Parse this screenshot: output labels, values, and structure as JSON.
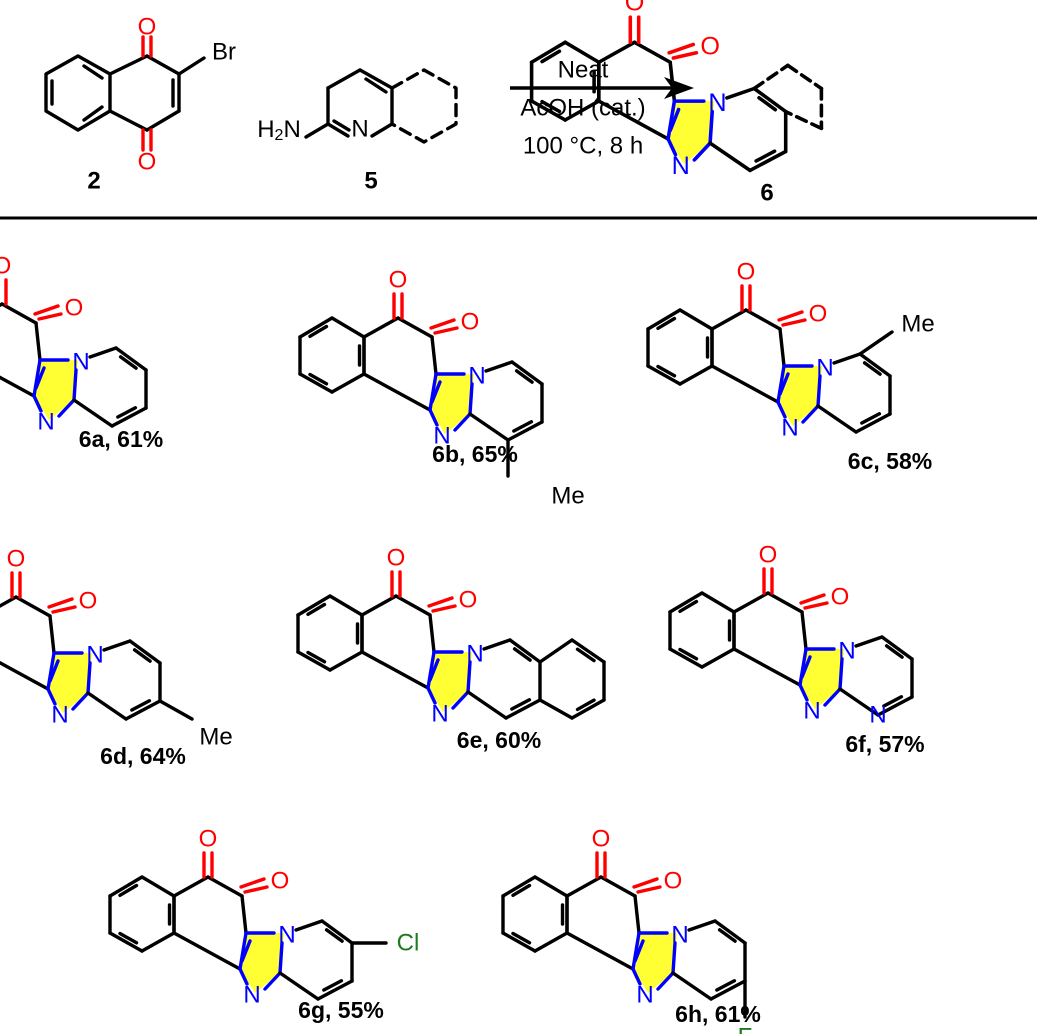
{
  "colors": {
    "bond": "#000000",
    "oxygen": "#ff0000",
    "nitrogen": "#0000ff",
    "chlorine": "#1e7a1e",
    "fluorine": "#1e7a1e",
    "highlight": "#ffff33"
  },
  "scheme": {
    "reactant_a_label": "2",
    "reactant_b_label": "5",
    "product_label": "6",
    "condition_1": "Neat",
    "condition_2": "AcOH (cat.)",
    "condition_3": "100 °C, 8 h",
    "atoms": {
      "o": "O",
      "br": "Br",
      "h2n": "H",
      "h2n_sub": "2",
      "h2n_n": "N",
      "n": "N"
    }
  },
  "products": [
    {
      "label": "6a, 61%",
      "substituent": ""
    },
    {
      "label": "6b, 65%",
      "substituent": "Me"
    },
    {
      "label": "6c, 58%",
      "substituent": "Me"
    },
    {
      "label": "6d, 64%",
      "substituent": "Me"
    },
    {
      "label": "6e, 60%",
      "substituent": ""
    },
    {
      "label": "6f, 57%",
      "substituent": "N"
    },
    {
      "label": "6g, 55%",
      "substituent": "Cl"
    },
    {
      "label": "6h, 61%",
      "substituent": "F"
    }
  ]
}
